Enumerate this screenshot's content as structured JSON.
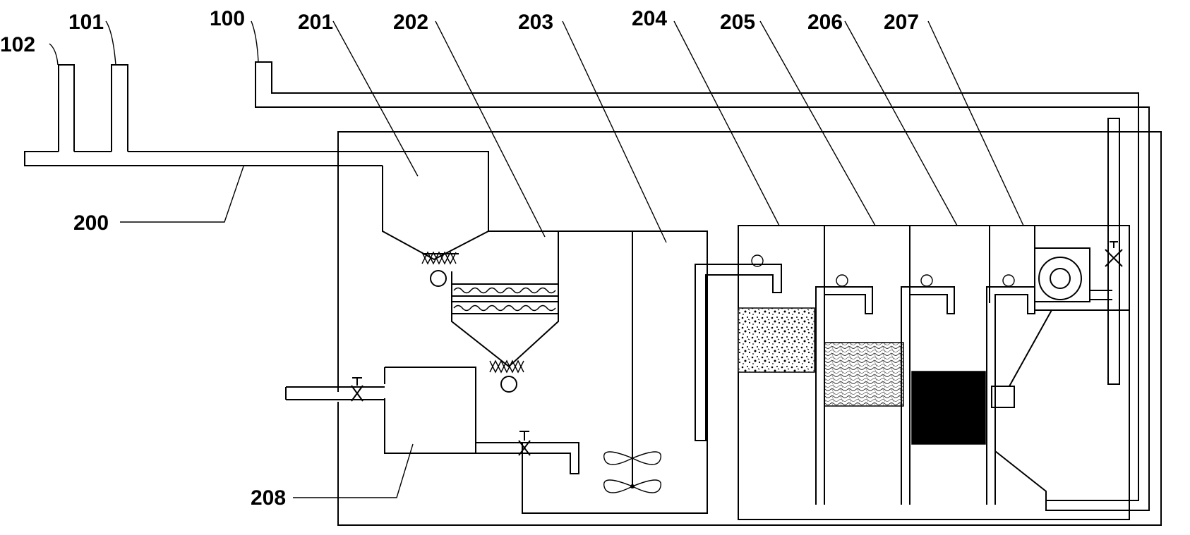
{
  "labels": {
    "l100": "100",
    "l101": "101",
    "l102": "102",
    "l200": "200",
    "l201": "201",
    "l202": "202",
    "l203": "203",
    "l204": "204",
    "l205": "205",
    "l206": "206",
    "l207": "207",
    "l208": "208"
  }
}
